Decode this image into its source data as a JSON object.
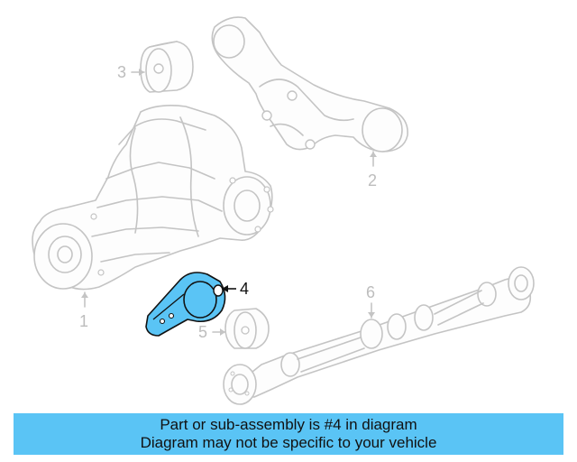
{
  "diagram": {
    "callouts": [
      {
        "id": "1",
        "label": "1"
      },
      {
        "id": "2",
        "label": "2"
      },
      {
        "id": "3",
        "label": "3"
      },
      {
        "id": "4",
        "label": "4"
      },
      {
        "id": "5",
        "label": "5"
      },
      {
        "id": "6",
        "label": "6"
      }
    ],
    "highlighted_part": "4",
    "colors": {
      "highlight": "#5ac4f5",
      "outline": "#c4c4c4",
      "banner": "#5ac4f5"
    }
  },
  "banner": {
    "line1": "Part or sub-assembly is #4 in diagram",
    "line2": "Diagram may not be specific to your vehicle"
  }
}
